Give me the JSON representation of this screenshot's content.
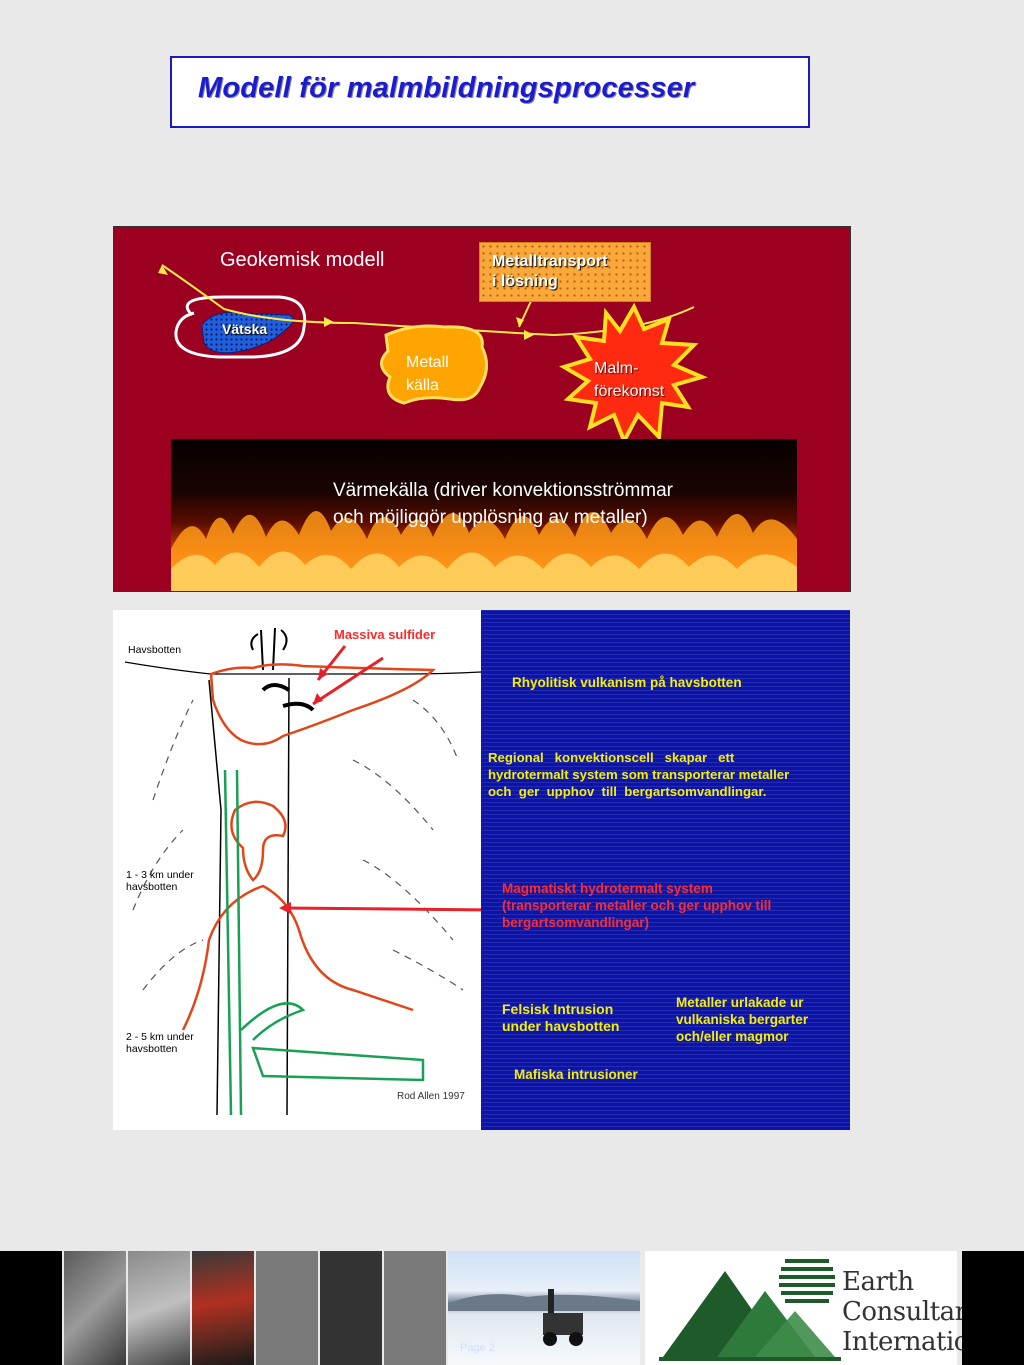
{
  "title": "Modell för malmbildningsprocesser",
  "geochem": {
    "title": "Geokemisk modell",
    "transport_line1": "Metalltransport",
    "transport_line2": "i lösning",
    "fluid": "Vätska",
    "metal_source_line1": "Metall",
    "metal_source_line2": "källa",
    "ore_line1": "Malm-",
    "ore_line2": "förekomst",
    "heat_line1": "Värmekälla (driver konvektionsströmmar",
    "heat_line2": "och möjliggör upplösning av metaller)"
  },
  "sketch": {
    "massive_sulfides": "Massiva sulfider",
    "seafloor": "Havsbotten",
    "depth1_line1": "1 - 3 km under",
    "depth1_line2": "havsbotten",
    "depth2_line1": "2 - 5 km under",
    "depth2_line2": "havsbotten",
    "credit": "Rod Allen 1997"
  },
  "explanations": {
    "rhyolitic": "Rhyolitisk vulkanism på havsbotten",
    "convection_line1": "Regional   konvektionscell   skapar   ett",
    "convection_line2": "hydrotermalt system som transporterar metaller",
    "convection_line3": "och  ger  upphov  till  bergartsomvandlingar.",
    "magmatic_line1": "Magmatiskt hydrotermalt system",
    "magmatic_line2": "(transporterar metaller och ger upphov till",
    "magmatic_line3": "bergartsomvandlingar)",
    "felsic_line1": "Felsisk Intrusion",
    "felsic_line2": "under havsbotten",
    "leached_line1": "Metaller urlakade ur",
    "leached_line2": "vulkaniska bergarter",
    "leached_line3": "och/eller magmor",
    "mafic": "Mafiska intrusioner"
  },
  "footer": {
    "logo_line1": "Earth",
    "logo_line2": "Consultants",
    "logo_line3": "International",
    "page": "Page 2"
  },
  "colors": {
    "title_blue": "#1c1ccc",
    "panel_red": "#9b0020",
    "panel_blue": "#0c14a8",
    "text_yellow": "#f5f000",
    "text_red": "#ff2a2a"
  }
}
